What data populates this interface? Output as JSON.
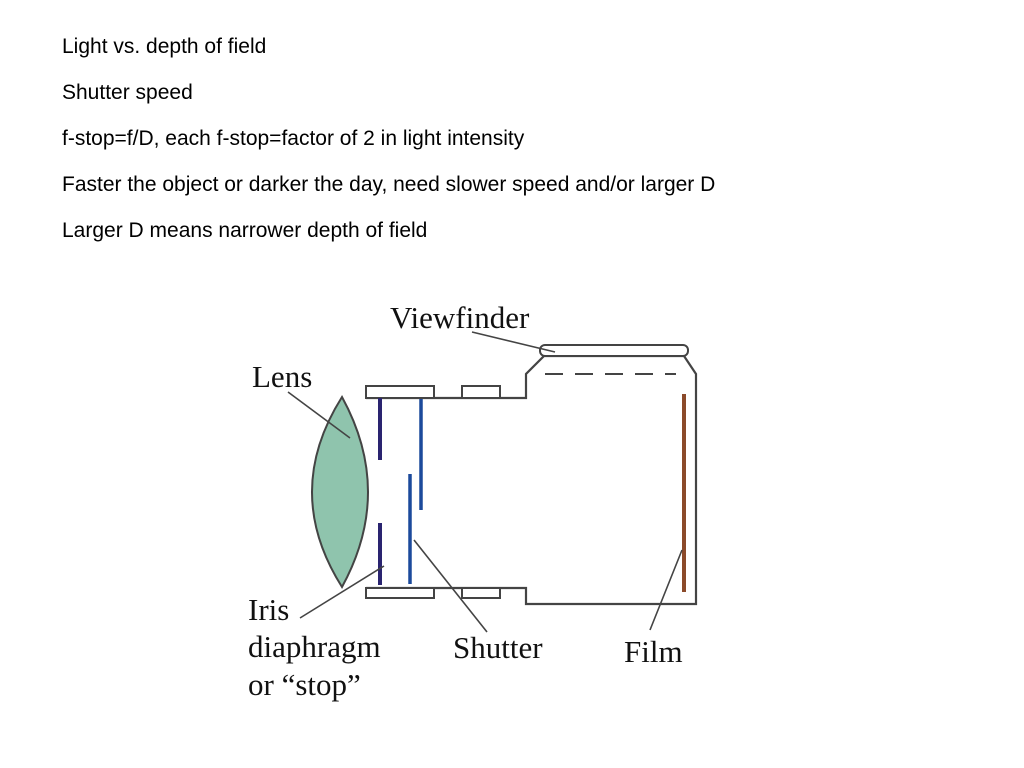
{
  "bullets": [
    "Light vs. depth of field",
    "Shutter speed",
    "f-stop=f/D, each f-stop=factor of 2 in light intensity",
    "Faster the object or darker the day, need slower speed and/or larger D",
    "Larger D means narrower depth of field"
  ],
  "diagram": {
    "labels": {
      "viewfinder": "Viewfinder",
      "lens": "Lens",
      "iris_line1": "Iris",
      "iris_line2": "diaphragm",
      "iris_line3": "or “stop”",
      "shutter": "Shutter",
      "film": "Film"
    },
    "colors": {
      "lens_fill": "#8fc4ad",
      "iris": "#2a2470",
      "shutter": "#1c4a9c",
      "film": "#8b4a2a",
      "outline": "#444444"
    }
  }
}
